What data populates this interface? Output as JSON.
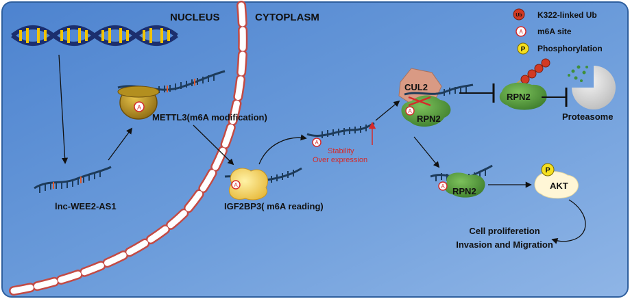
{
  "regions": {
    "nucleus": "NUCLEUS",
    "cytoplasm": "CYTOPLASM"
  },
  "legend": {
    "ub_symbol": "Ub",
    "ub_label": "K322-linked Ub",
    "m6a_symbol": "A",
    "m6a_label": "m6A site",
    "p_symbol": "P",
    "p_label": "Phosphorylation"
  },
  "nodes": {
    "lnc": "lnc-WEE2-AS1",
    "mettl3": "METTL3(m6A modification)",
    "igf2bp3": "IGF2BP3( m6A reading)",
    "stability_1": "Stability",
    "stability_2": "Over expression",
    "cul2": "CUL2",
    "rpn2_complex": "RPN2",
    "rpn2_ub": "RPN2",
    "rpn2_lower": "RPN2",
    "proteasome": "Proteasome",
    "akt": "AKT",
    "akt_p": "P",
    "outcome_1": "Cell proliferetion",
    "outcome_2": "Invasion and Migration"
  },
  "colors": {
    "background": "#5f92d6",
    "membrane": "#ffffff",
    "membrane_stroke": "#c34a44",
    "rna_strand": "#1d3b5a",
    "mettl3": "#c9a22a",
    "igf2bp3": "#f2c94c",
    "rpn2": "#4f9a3a",
    "cul2": "#d99a84",
    "akt": "#fff6d6",
    "ub": "#d23a23",
    "p_badge": "#f5df1f",
    "proteasome": "#d9d9d9",
    "arrow_red": "#d42a2a"
  }
}
